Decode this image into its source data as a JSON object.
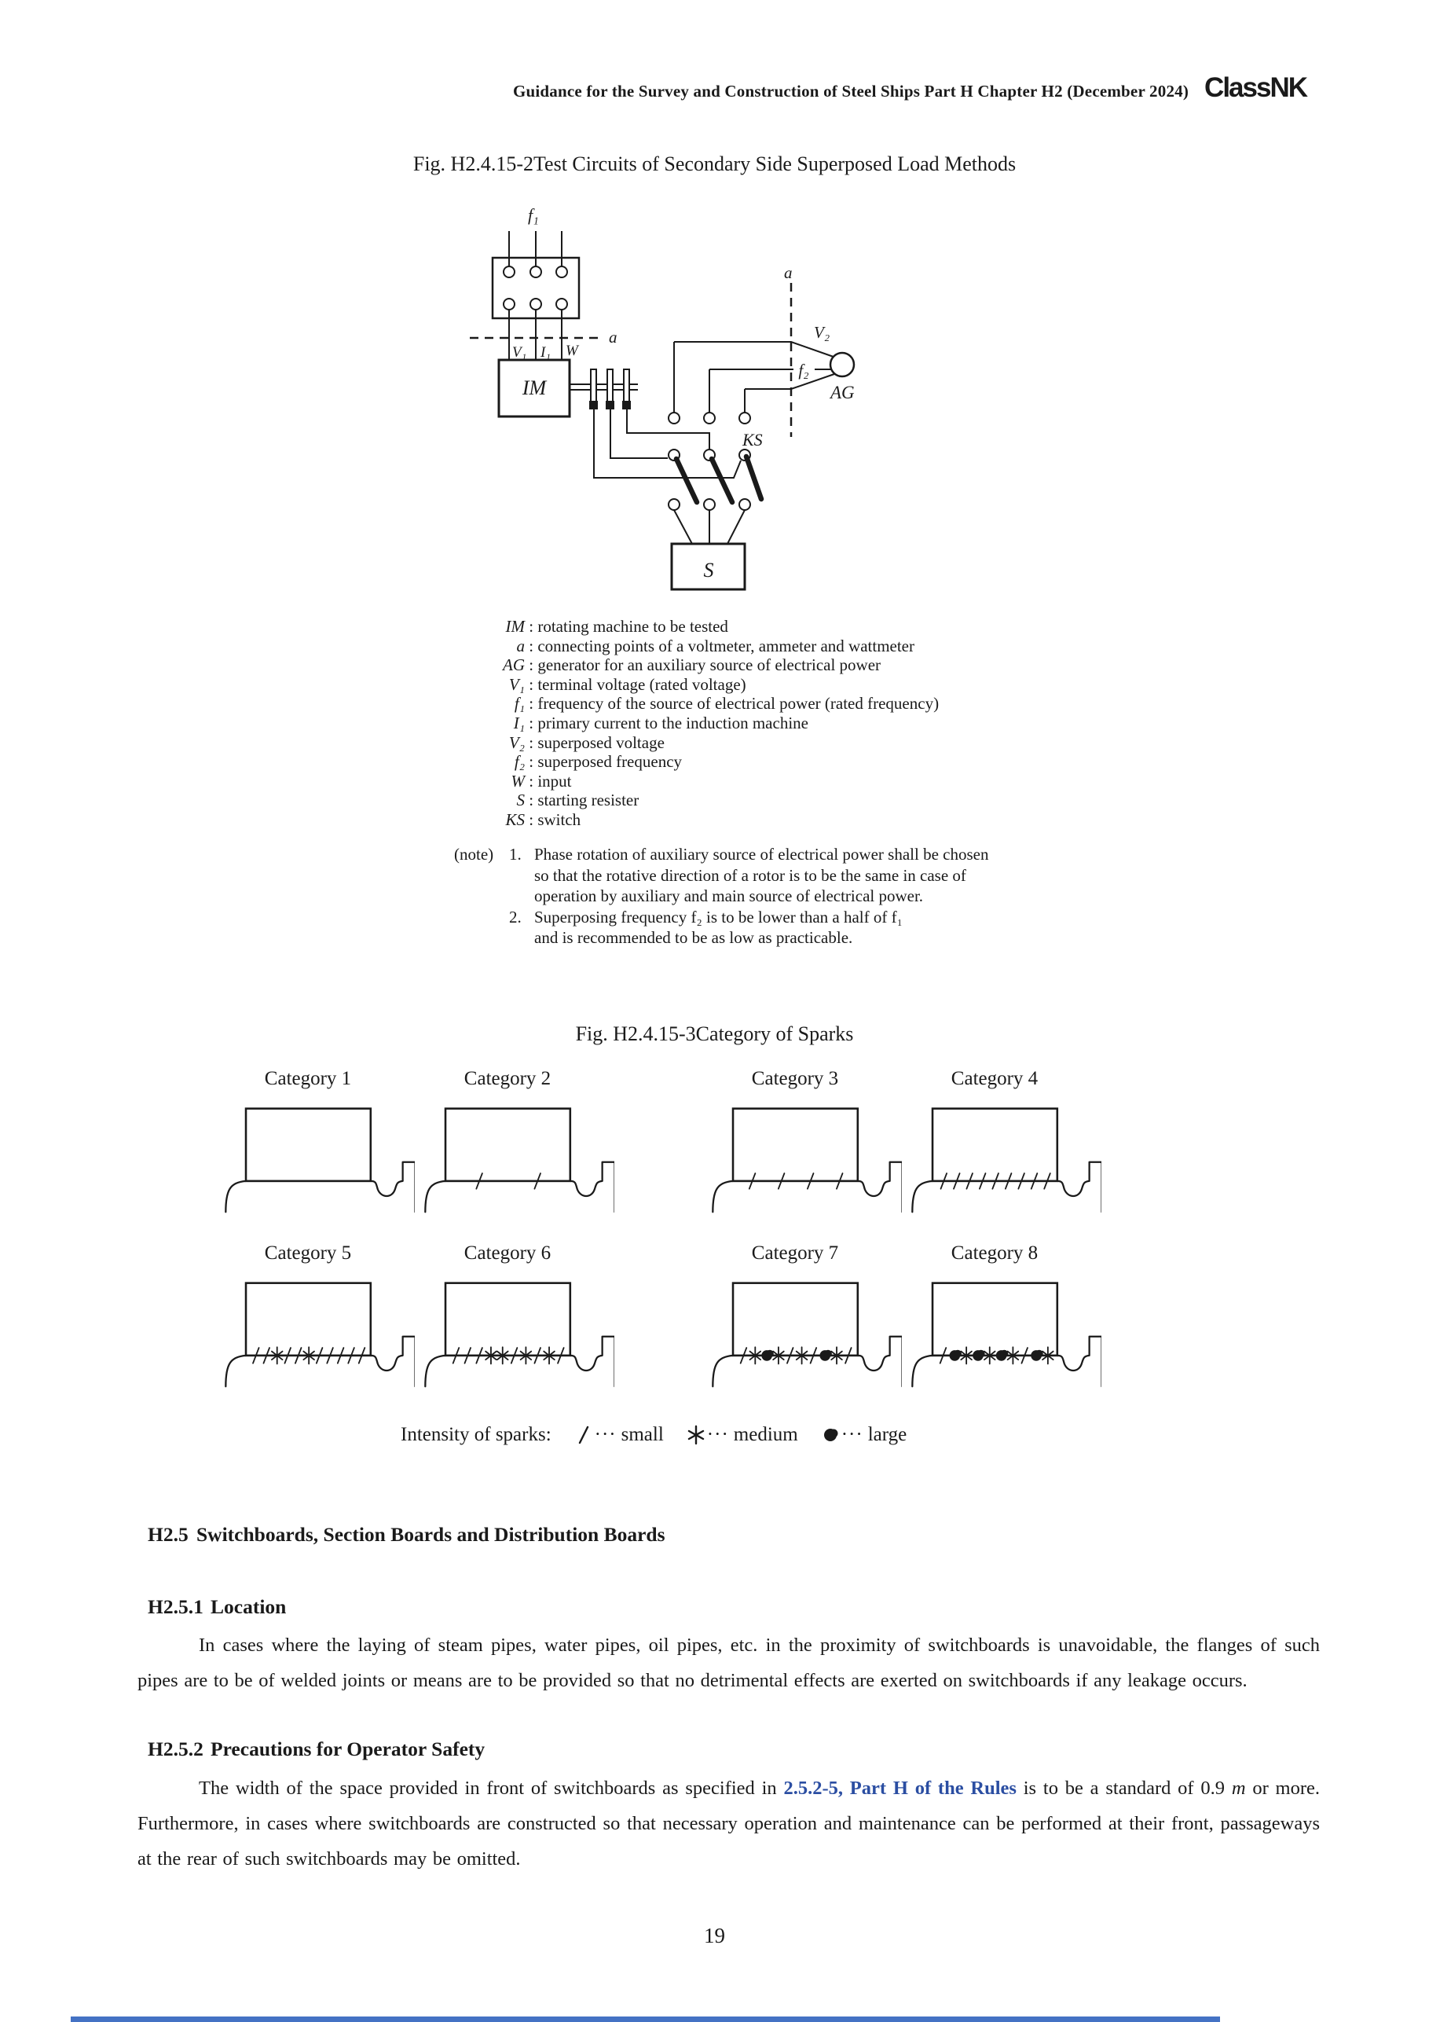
{
  "page": {
    "header_title": "Guidance for the Survey and Construction of Steel Ships Part H Chapter H2 (December 2024)",
    "logo_text": "ClassNK",
    "page_number": "19"
  },
  "colors": {
    "link_blue": "#2b4ea2",
    "bottom_bar": "#4472c4"
  },
  "fig1": {
    "title": "Fig. H2.4.15-2Test Circuits of Secondary Side Superposed Load Methods",
    "labels": {
      "f1": "f₁",
      "a_left": "a",
      "a_right": "a",
      "V1": "V₁",
      "I1": "I₁",
      "W": "W",
      "IM": "IM",
      "V2": "V₂",
      "f2": "f₂",
      "AG": "AG",
      "KS": "KS",
      "S": "S"
    },
    "legend": [
      {
        "sym": "IM",
        "desc": "rotating machine to be tested"
      },
      {
        "sym": "a",
        "desc": "connecting points of a voltmeter, ammeter and wattmeter"
      },
      {
        "sym": "AG",
        "desc": "generator for an auxiliary source of electrical power"
      },
      {
        "sym": "V₁",
        "desc": "terminal voltage (rated voltage)"
      },
      {
        "sym": "f₁",
        "desc": "frequency of the source of electrical power (rated frequency)"
      },
      {
        "sym": "I₁",
        "desc": "primary current to the induction machine"
      },
      {
        "sym": "V₂",
        "desc": "superposed voltage"
      },
      {
        "sym": "f₂",
        "desc": "superposed frequency"
      },
      {
        "sym": "W",
        "desc": "input"
      },
      {
        "sym": "S",
        "desc": "starting resister"
      },
      {
        "sym": "KS",
        "desc": "switch"
      }
    ],
    "note_label": "(note)",
    "notes": [
      {
        "num": "1.",
        "lines": [
          "Phase rotation of auxiliary source of electrical power shall be chosen",
          "so that the rotative direction of a rotor is to be the same in case of",
          "operation by auxiliary and main source of electrical power."
        ]
      },
      {
        "num": "2.",
        "lines": [
          "Superposing frequency f₂ is to be lower than a half of f₁",
          "and is recommended to be as low as practicable."
        ]
      }
    ]
  },
  "fig2": {
    "title": "Fig. H2.4.15-3Category of Sparks",
    "spark_key": {
      "s": "small slash",
      "m": "medium asterisk",
      "l": "large blob"
    },
    "categories": [
      {
        "label": "Category 1",
        "sparks": []
      },
      {
        "label": "Category 2",
        "sparks": [
          "s",
          "s"
        ]
      },
      {
        "label": "Category 3",
        "sparks": [
          "s",
          "s",
          "s",
          "s"
        ]
      },
      {
        "label": "Category 4",
        "sparks": [
          "s",
          "s",
          "s",
          "s",
          "s",
          "s",
          "s",
          "s",
          "s"
        ]
      },
      {
        "label": "Category 5",
        "sparks": [
          "s",
          "s",
          "m",
          "s",
          "s",
          "m",
          "s",
          "s",
          "s",
          "s",
          "s"
        ]
      },
      {
        "label": "Category 6",
        "sparks": [
          "s",
          "s",
          "s",
          "m",
          "m",
          "s",
          "m",
          "s",
          "m",
          "s"
        ]
      },
      {
        "label": "Category 7",
        "sparks": [
          "s",
          "m",
          "l",
          "m",
          "s",
          "m",
          "s",
          "l",
          "m",
          "s"
        ]
      },
      {
        "label": "Category 8",
        "sparks": [
          "s",
          "l",
          "m",
          "l",
          "m",
          "l",
          "m",
          "s",
          "l",
          "m"
        ]
      }
    ],
    "intensity": {
      "label": "Intensity of sparks:",
      "items": [
        {
          "type": "slash",
          "dots": "···",
          "name": "small"
        },
        {
          "type": "asterisk",
          "dots": "···",
          "name": "medium"
        },
        {
          "type": "blob",
          "dots": "···",
          "name": "large"
        }
      ]
    }
  },
  "sections": {
    "h25": {
      "num": "H2.5",
      "title": "Switchboards, Section Boards and Distribution Boards"
    },
    "h251": {
      "num": "H2.5.1",
      "title": "Location",
      "paragraph": [
        {
          "t": "In cases where the laying of steam pipes, water pipes, oil pipes, etc. in the proximity of switchboards is unavoidable, the flanges of such pipes are to be of welded joints or means are to be provided so that no detrimental effects are exerted on switchboards if any leakage occurs."
        }
      ]
    },
    "h252": {
      "num": "H2.5.2",
      "title": "Precautions for Operator Safety",
      "paragraph": [
        {
          "t": "The width of the space provided in front of switchboards as specified in "
        },
        {
          "t": "2.5.2-5, Part H of the Rules",
          "style": "link"
        },
        {
          "t": " is to be a standard of 0.9 "
        },
        {
          "t": "m",
          "style": "italic"
        },
        {
          "t": " or more. Furthermore, in cases where switchboards are constructed so that necessary operation and maintenance can be performed at their front, passageways at the rear of such switchboards may be omitted."
        }
      ]
    }
  }
}
